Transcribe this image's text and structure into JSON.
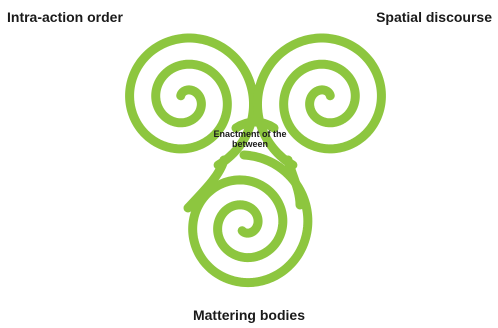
{
  "diagram": {
    "labels": {
      "top_left": "Intra-action order",
      "top_right": "Spatial discourse",
      "bottom": "Mattering bodies",
      "center": "Enactment of the between"
    },
    "colors": {
      "spiral": "#8dc63f",
      "text": "#1a1a1a"
    }
  }
}
